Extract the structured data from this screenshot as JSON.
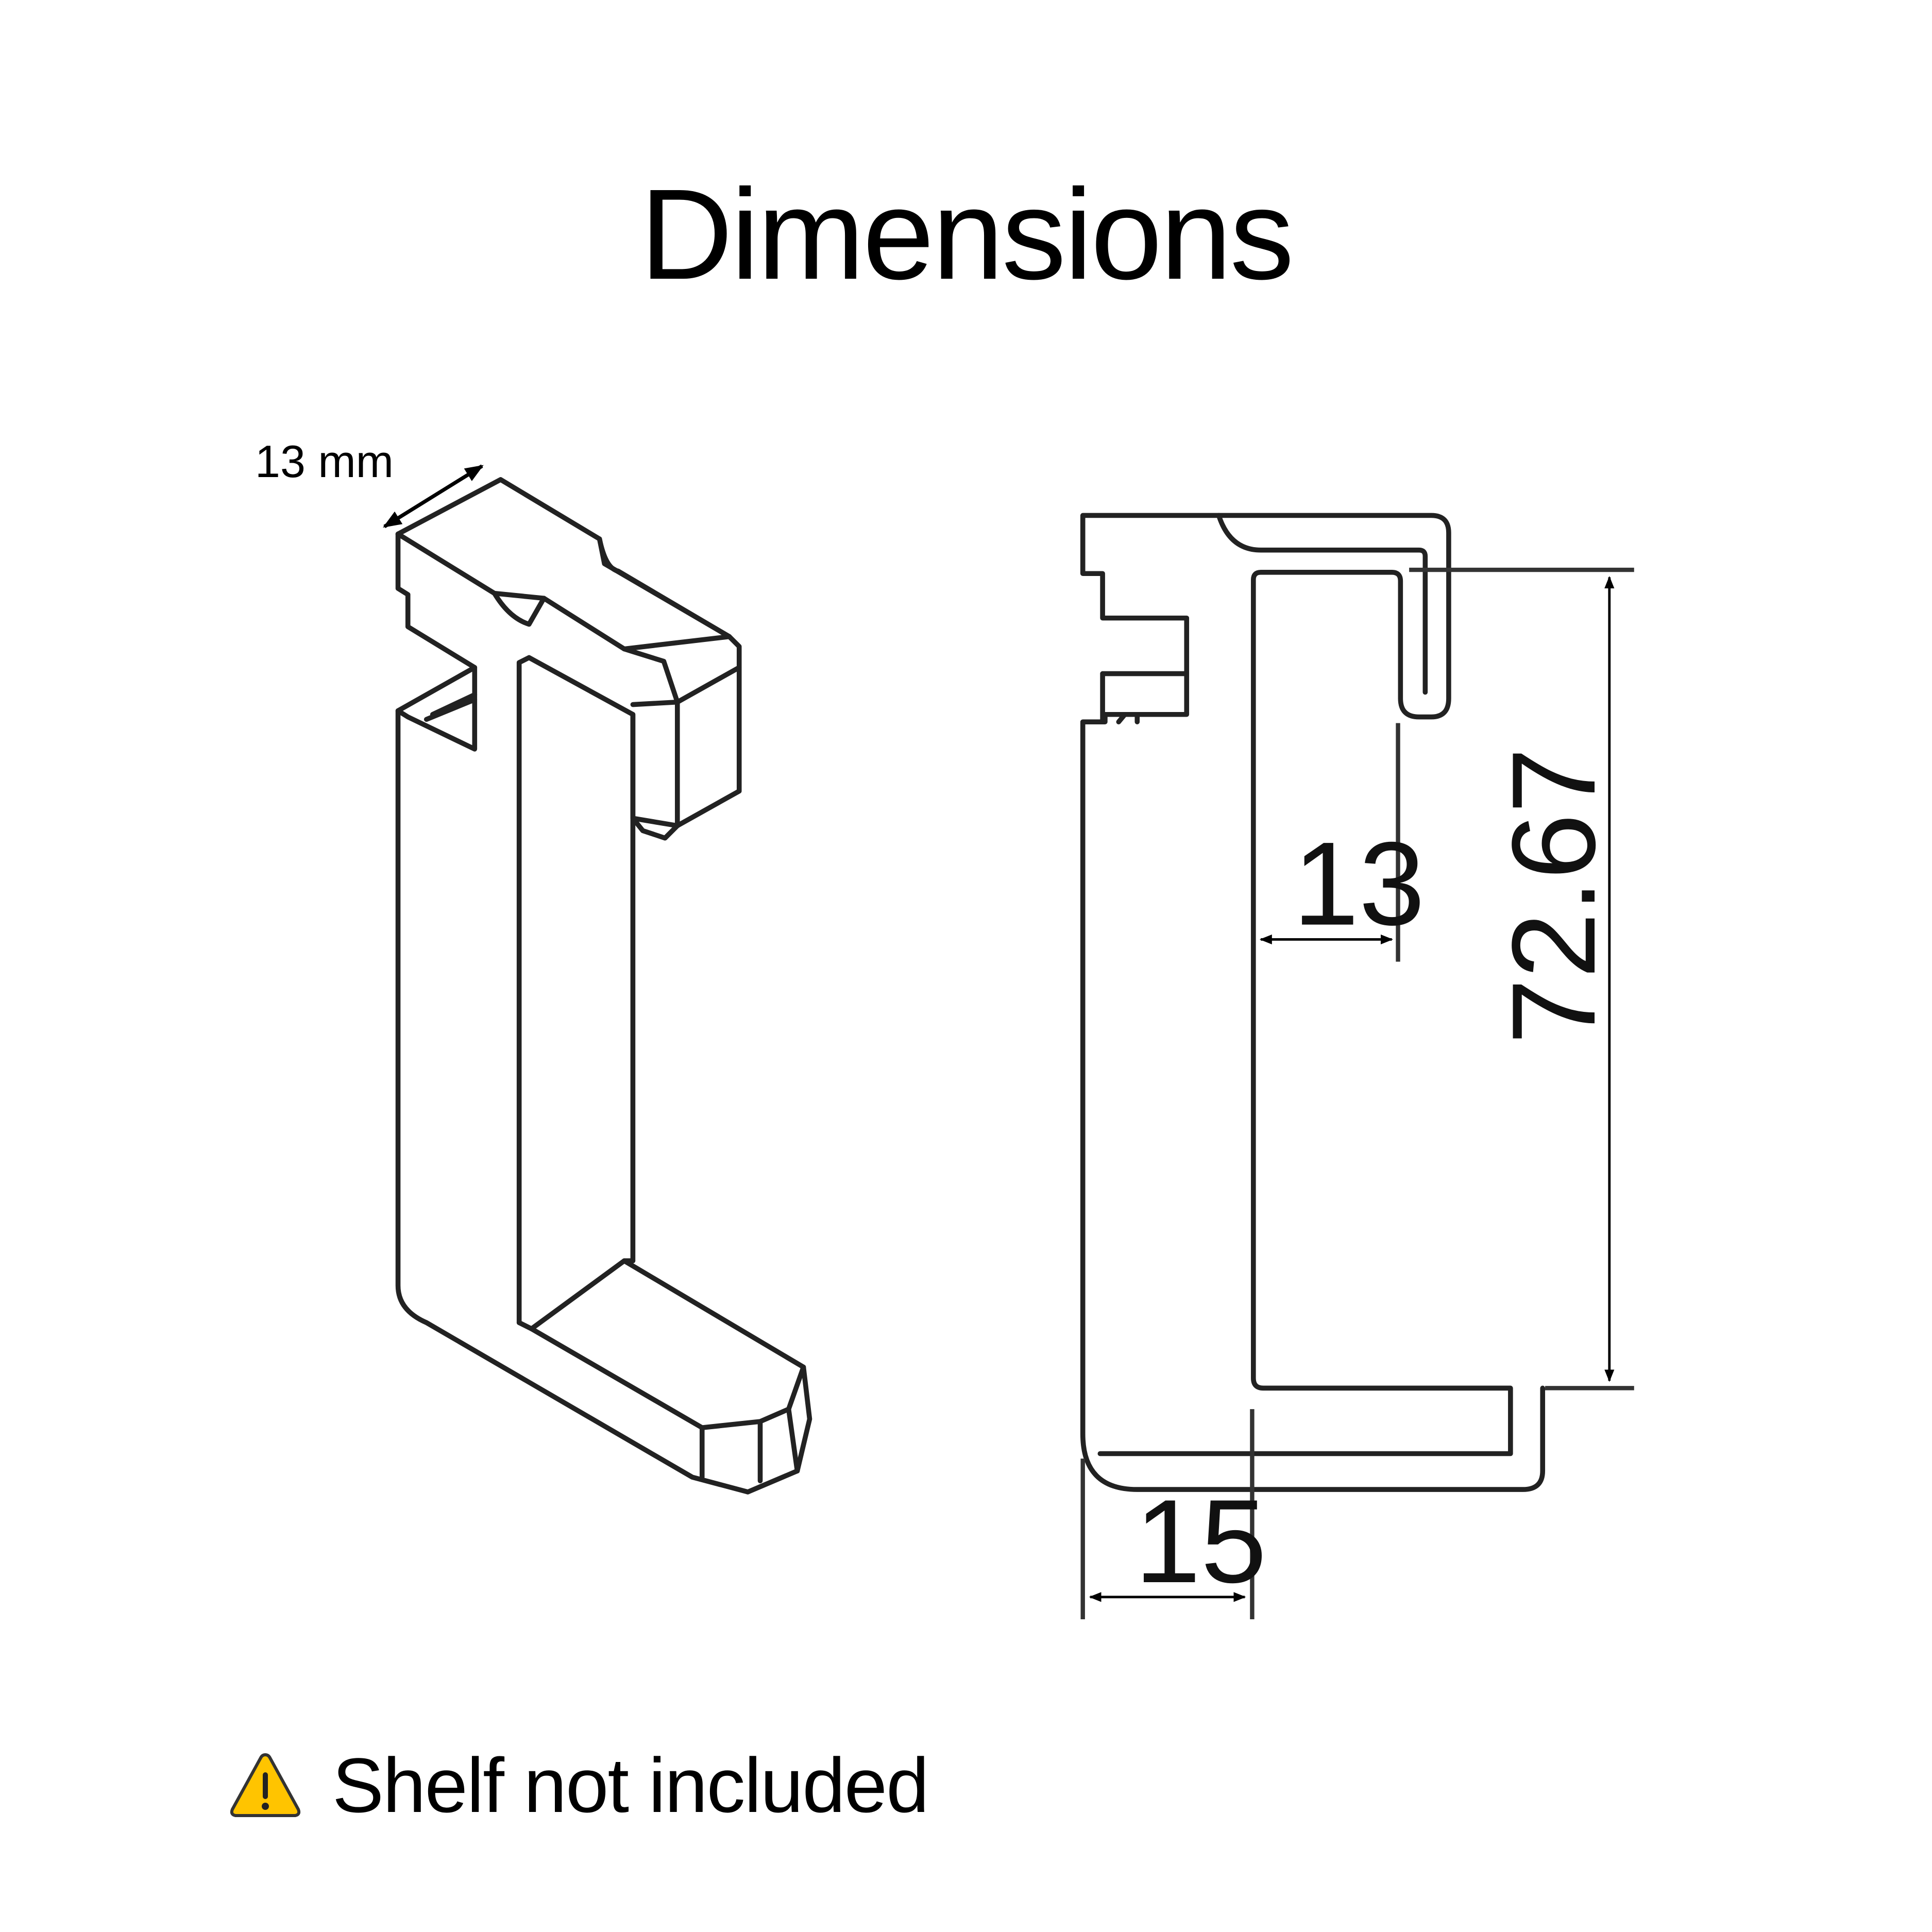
{
  "title": "Dimensions",
  "isometric_view": {
    "depth_label": "13 mm"
  },
  "side_view": {
    "dimensions": {
      "inner_width": "13",
      "height": "72.67",
      "bottom_width": "15"
    }
  },
  "notice": {
    "icon": "warning-icon",
    "icon_color": "#FFC400",
    "text": "Shelf not included"
  }
}
